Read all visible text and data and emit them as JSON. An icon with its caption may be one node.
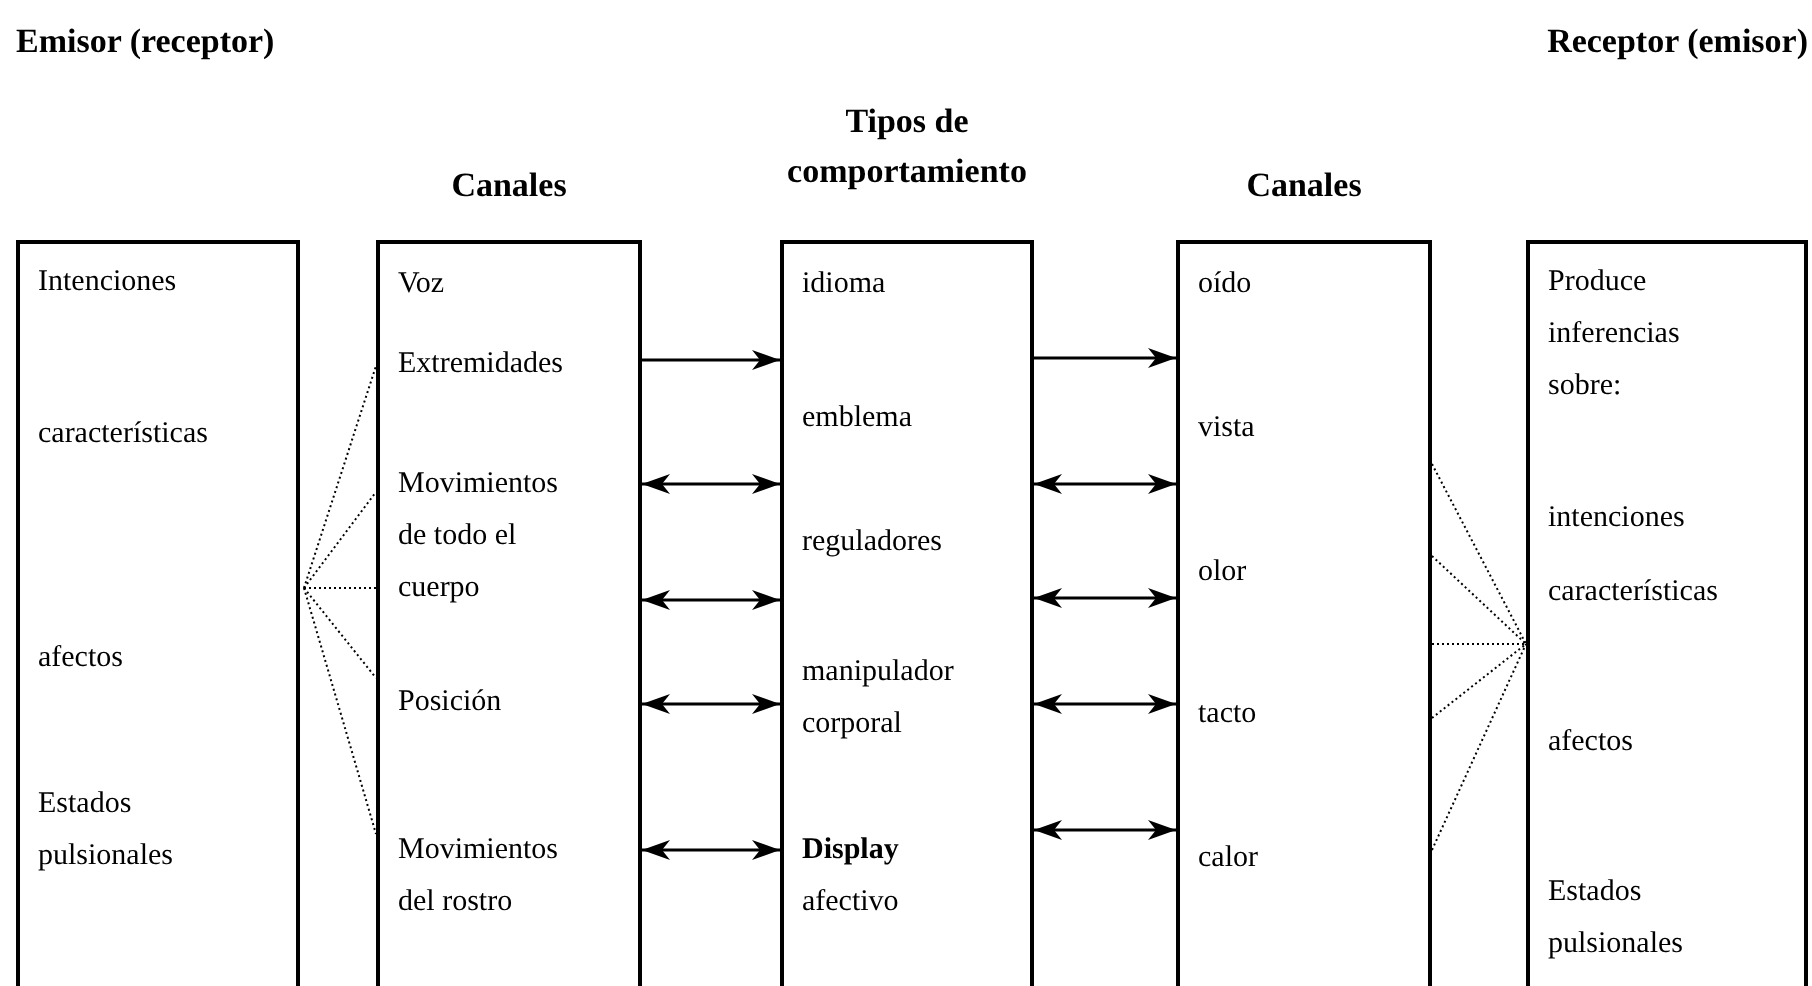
{
  "diagram": {
    "nodes": [
      {
        "text": [
          "Intenciones",
          "características",
          "afectos",
          "Estados pulsionales"
        ]
      },
      {
        "text": [
          "Canales",
          "Voz",
          "Extremidades",
          "Movimientos de todo el cuerpo",
          "Posición",
          "Movimientos del rostro"
        ]
      },
      {
        "text": [
          "Tipos de comportamiento",
          "idioma",
          "emblema",
          "reguladores",
          "manipulador corporal",
          "**Display** afectivo"
        ]
      },
      {
        "text": [
          "Canales",
          "oído",
          "vista",
          "olor",
          "tacto",
          "calor"
        ]
      },
      {
        "text": [
          "Produce inferencias sobre:",
          "intenciones",
          "características",
          "afectos",
          "Estados pulsionales"
        ]
      }
    ],
    "edges": [
      {
        "from": 0,
        "to": 1,
        "arrow": "none",
        "style": "dashed"
      },
      {
        "from": 0,
        "to": 1,
        "arrow": "none",
        "style": "dashed"
      },
      {
        "from": 0,
        "to": 1,
        "arrow": "none",
        "style": "dashed"
      },
      {
        "from": 0,
        "to": 1,
        "arrow": "none",
        "style": "dashed"
      },
      {
        "from": 0,
        "to": 1,
        "arrow": "none",
        "style": "dashed"
      },
      {
        "from": 1,
        "to": 2,
        "arrow": "to"
      },
      {
        "from": 1,
        "to": 2,
        "arrow": "both"
      },
      {
        "from": 1,
        "to": 2,
        "arrow": "both"
      },
      {
        "from": 1,
        "to": 2,
        "arrow": "both"
      },
      {
        "from": 1,
        "to": 2,
        "arrow": "both"
      },
      {
        "from": 2,
        "to": 3,
        "arrow": "to"
      },
      {
        "from": 2,
        "to": 3,
        "arrow": "both"
      },
      {
        "from": 2,
        "to": 3,
        "arrow": "both"
      },
      {
        "from": 2,
        "to": 3,
        "arrow": "both"
      },
      {
        "from": 2,
        "to": 3,
        "arrow": "both"
      },
      {
        "from": 3,
        "to": 4,
        "arrow": "none",
        "style": "dashed"
      },
      {
        "from": 3,
        "to": 4,
        "arrow": "none",
        "style": "dashed"
      },
      {
        "from": 3,
        "to": 4,
        "arrow": "none",
        "style": "dashed"
      },
      {
        "from": 3,
        "to": 4,
        "arrow": "none",
        "style": "dashed"
      },
      {
        "from": 3,
        "to": 4,
        "arrow": "none",
        "style": "dashed"
      }
    ],
    "labels": [
      "Emisor (receptor)",
      "Receptor (emisor)"
    ]
  }
}
